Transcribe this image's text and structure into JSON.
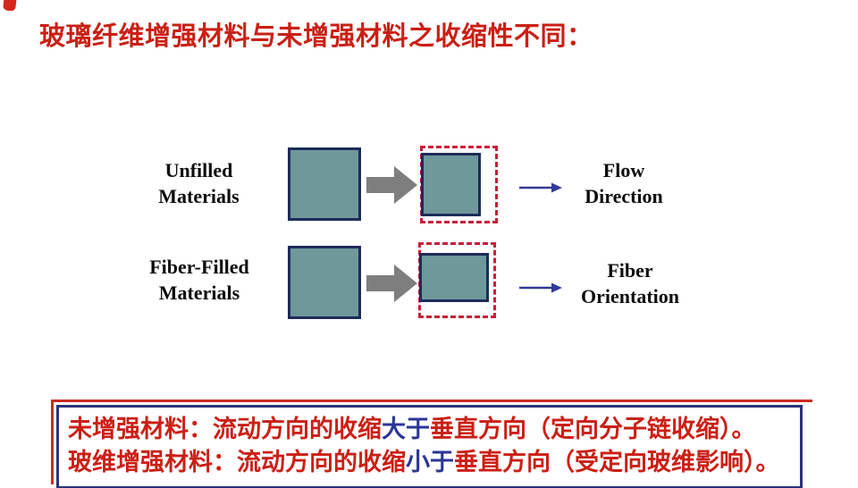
{
  "slide_title": "玻璃纤维增强材料与未增强材料之收缩性不同：",
  "diagram": {
    "rows": [
      {
        "name_line1": "Unfilled",
        "name_line2": "Materials",
        "direction_line1": "Flow",
        "direction_line2": "Direction"
      },
      {
        "name_line1": "Fiber-Filled",
        "name_line2": "Materials",
        "direction_line1": "Fiber",
        "direction_line2": "Orientation"
      }
    ],
    "icons": {
      "transform_arrow": "gray right block arrow",
      "direction_arrow": "navy thin right arrow",
      "mold_outline": "red dashed original-size outline"
    }
  },
  "summary": {
    "line1": {
      "lead": "未增强材料：流动方向的收缩",
      "compare": "大于",
      "rest": "垂直方向（定向分子链收缩）。"
    },
    "line2": {
      "lead": "玻维增强材料：流动方向的收缩",
      "compare": "小于",
      "rest": "垂直方向（受定向玻维影响）。"
    }
  },
  "colors": {
    "title_red": "#cb1f15",
    "summary_text_red": "#cb1f15",
    "compare_blue": "#2b3596",
    "summary_border_navy": "#2a3377",
    "summary_outer_red": "#cc2a22",
    "shape_fill_teal": "#6f989b",
    "shape_border_navy": "#1c2c5a",
    "block_arrow_gray": "#7e7e7e",
    "mold_dashed_red": "#c62039",
    "thin_arrow_blue": "#323a96"
  }
}
